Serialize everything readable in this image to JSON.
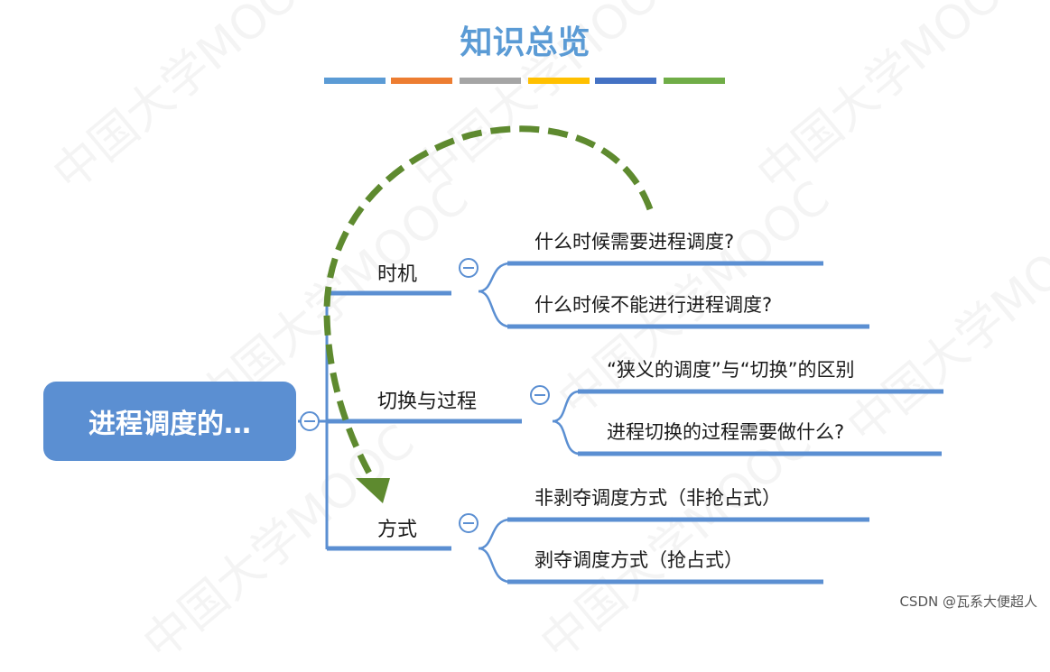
{
  "title": "知识总览",
  "title_color": "#5b9bd5",
  "color_bar": [
    "#5b9bd5",
    "#ed7d31",
    "#a5a5a5",
    "#ffc000",
    "#4472c4",
    "#70ad47"
  ],
  "root": {
    "label": "进程调度的…"
  },
  "branches": [
    {
      "label": "时机",
      "children": [
        "什么时候需要进程调度?",
        "什么时候不能进行进程调度?"
      ]
    },
    {
      "label": "切换与过程",
      "children": [
        "“狭义的调度”与“切换”的区别",
        "进程切换的过程需要做什么?"
      ]
    },
    {
      "label": "方式",
      "children": [
        "非剥夺调度方式（非抢占式）",
        "剥夺调度方式（抢占式）"
      ]
    }
  ],
  "collapse_symbol": "⊖",
  "watermark": "中国大学MOOC",
  "footer": "CSDN @瓦系大便超人"
}
